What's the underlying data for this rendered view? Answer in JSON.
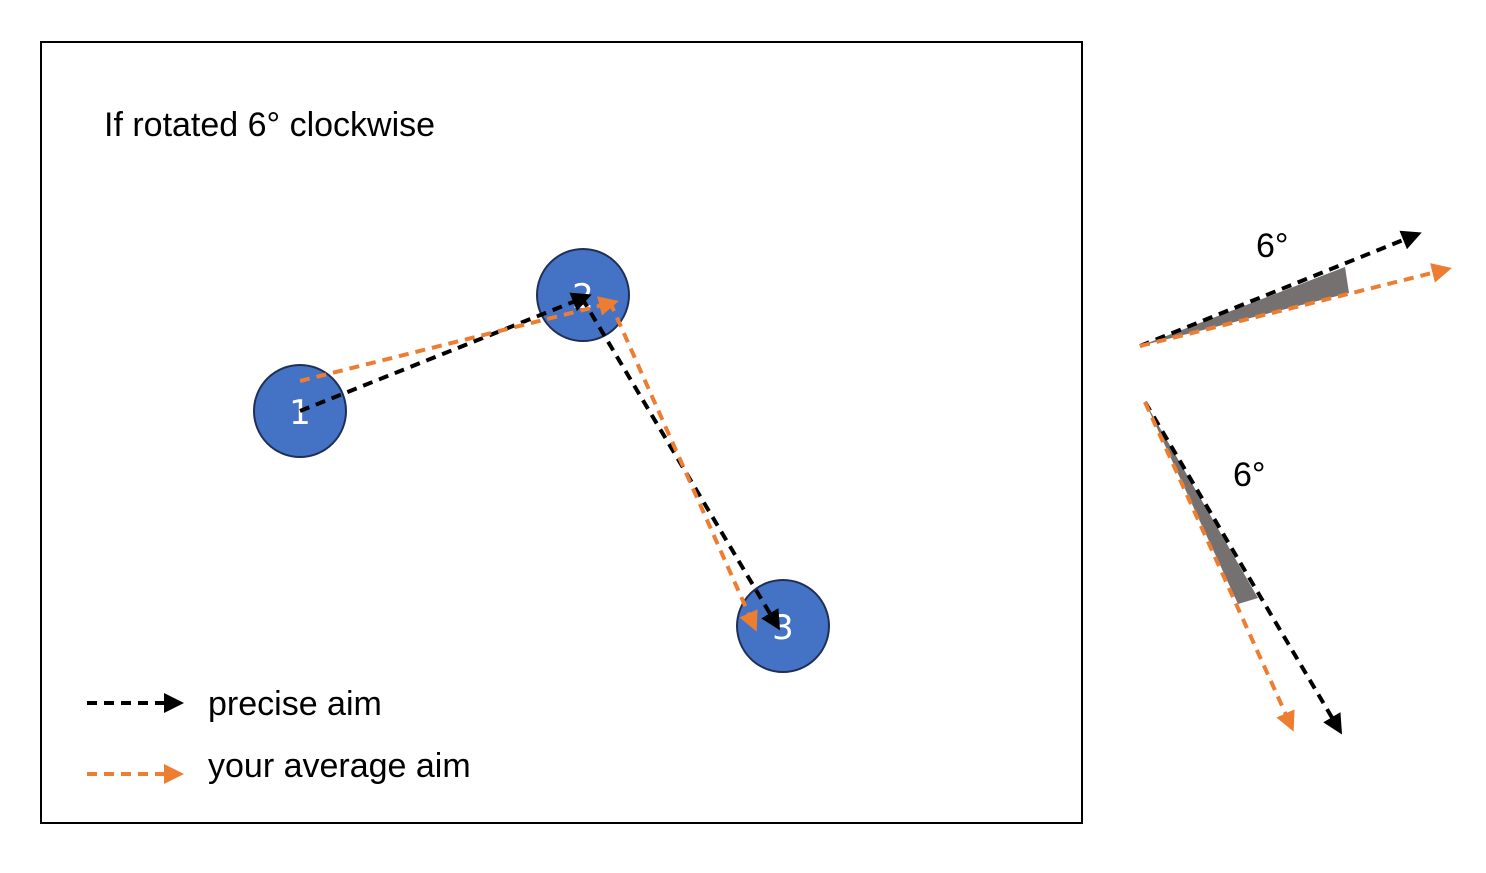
{
  "title": "If rotated 6° clockwise",
  "nodes": [
    {
      "id": "node-1",
      "label": "1"
    },
    {
      "id": "node-2",
      "label": "2"
    },
    {
      "id": "node-3",
      "label": "3"
    }
  ],
  "legend": {
    "precise": "precise aim",
    "average": "your average aim"
  },
  "angle_detail": {
    "top_label": "6°",
    "bottom_label": "6°"
  },
  "colors": {
    "node_fill": "#4472C4",
    "node_stroke": "#1F2F56",
    "precise_aim": "#000000",
    "average_aim": "#ED7D31",
    "angle_wedge": "#767171",
    "frame": "#000000"
  }
}
